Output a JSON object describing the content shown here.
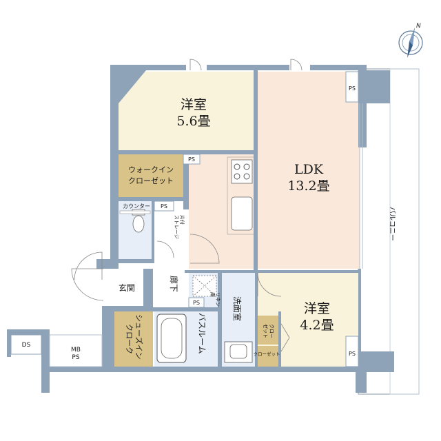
{
  "rooms": {
    "western_room_a": {
      "name": "洋室",
      "size": "5.6畳"
    },
    "ldk": {
      "name": "LDK",
      "size": "13.2畳"
    },
    "western_room_b": {
      "name": "洋室",
      "size": "4.2畳"
    },
    "walk_in_closet": {
      "line1": "ウォークイン",
      "line2": "クローゼット"
    },
    "shoes_in_closet": {
      "line1": "シューズイン",
      "line2": "クローク"
    },
    "bathroom": "バスルーム",
    "washroom": "洗面室",
    "corridor": "廊下",
    "entrance": "玄関",
    "balcony": "バルコニー"
  },
  "labels": {
    "counter": "カウンター",
    "storage_line1": "片付",
    "storage_line2": "ストレージ",
    "linen_line1": "リネン",
    "linen_line2": "庫",
    "closet_upper_line1": "クロー",
    "closet_upper_line2": "ゼット",
    "closet_lower": "クローゼット",
    "ps_top_right": "PS",
    "ps_wic": "PS",
    "ps_counter": "PS",
    "ps_bath": "PS",
    "ps_bottom_right": "PS",
    "ds": "DS",
    "mb": "MB",
    "mb_ps": "PS"
  },
  "compass": {
    "north": "N"
  },
  "colors": {
    "wall": "#8ea3b8",
    "western_room": "#faf3dc",
    "ldk": "#fae8da",
    "closet": "#d9c389",
    "wet_area": "#e7eef7",
    "corridor": "#ffffff"
  }
}
